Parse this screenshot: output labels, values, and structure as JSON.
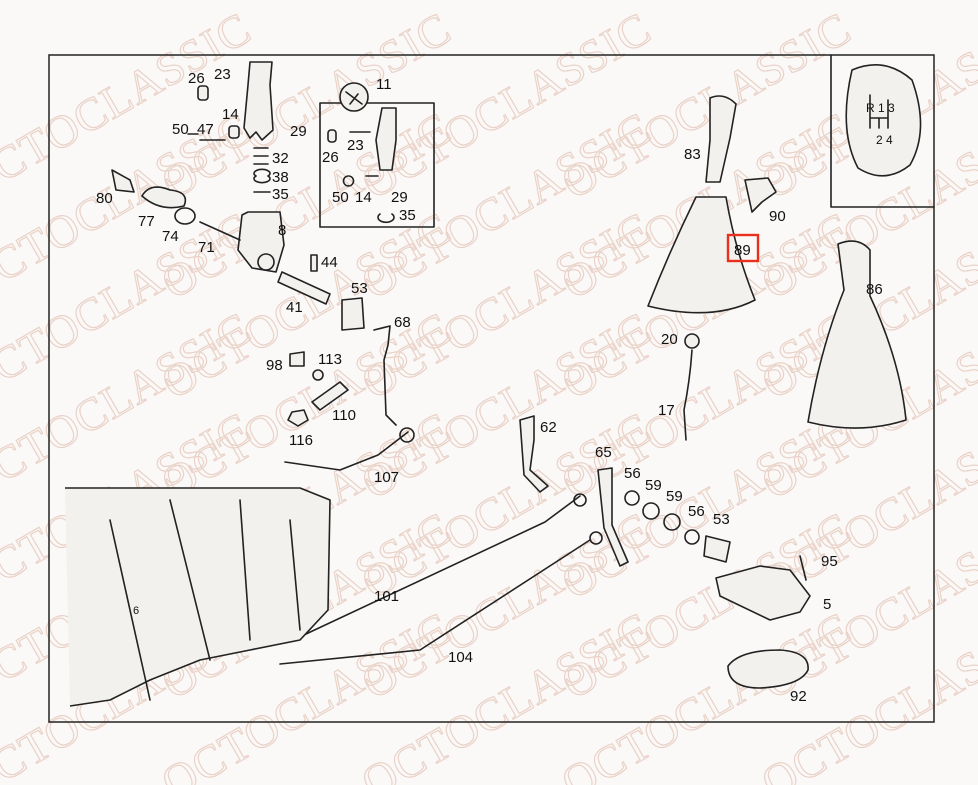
{
  "diagram": {
    "watermark": "OCTOCLASSIC",
    "highlight_color": "#e8301c",
    "highlighted_label": "89",
    "shift_pattern": {
      "top": "R 1 3",
      "bottom": "2 4"
    },
    "labels": {
      "l26a": "26",
      "l23a": "23",
      "l14a": "14",
      "l50a": "50",
      "l47": "47",
      "l29a": "29",
      "l32": "32",
      "l38": "38",
      "l35a": "35",
      "l80": "80",
      "l77": "77",
      "l74": "74",
      "l71": "71",
      "l8": "8",
      "l11": "11",
      "l26b": "26",
      "l23b": "23",
      "l50b": "50",
      "l14b": "14",
      "l29b": "29",
      "l35b": "35",
      "l44": "44",
      "l41": "41",
      "l53a": "53",
      "l68": "68",
      "l98": "98",
      "l113": "113",
      "l110": "110",
      "l116": "116",
      "l107": "107",
      "l83": "83",
      "l90": "90",
      "l89": "89",
      "l86": "86",
      "l20": "20",
      "l17": "17",
      "l62": "62",
      "l65": "65",
      "l56a": "56",
      "l59a": "59",
      "l59b": "59",
      "l56b": "56",
      "l53b": "53",
      "l95": "95",
      "l5": "5",
      "l92": "92",
      "l101": "101",
      "l104": "104",
      "l6": "6"
    }
  }
}
